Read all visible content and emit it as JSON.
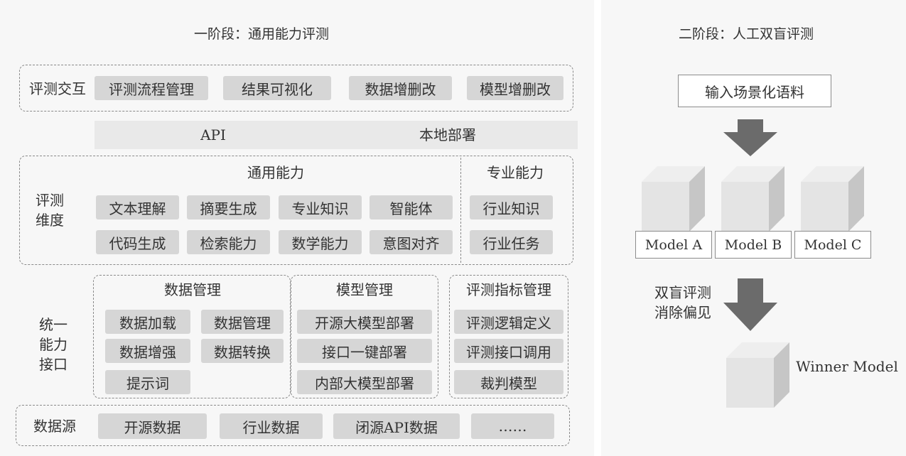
{
  "stage1": {
    "title": "一阶段：通用能力评测",
    "interaction": {
      "label": "评测交互",
      "items": [
        "评测流程管理",
        "结果可视化",
        "数据增删改",
        "模型增删改"
      ]
    },
    "access_bar": {
      "items": [
        "API",
        "本地部署"
      ]
    },
    "dimensions": {
      "label_line1": "评测",
      "label_line2": "维度",
      "general": {
        "title": "通用能力",
        "items": [
          "文本理解",
          "摘要生成",
          "专业知识",
          "智能体",
          "代码生成",
          "检索能力",
          "数学能力",
          "意图对齐"
        ]
      },
      "professional": {
        "title": "专业能力",
        "items": [
          "行业知识",
          "行业任务"
        ]
      }
    },
    "unified": {
      "label_line1": "统一",
      "label_line2": "能力",
      "label_line3": "接口",
      "data_mgmt": {
        "title": "数据管理",
        "items": [
          "数据加载",
          "数据管理",
          "数据增强",
          "数据转换",
          "提示词"
        ]
      },
      "model_mgmt": {
        "title": "模型管理",
        "items": [
          "开源大模型部署",
          "接口一键部署",
          "内部大模型部署"
        ]
      },
      "metric_mgmt": {
        "title": "评测指标管理",
        "items": [
          "评测逻辑定义",
          "评测接口调用",
          "裁判模型"
        ]
      }
    },
    "sources": {
      "label": "数据源",
      "items": [
        "开源数据",
        "行业数据",
        "闭源API数据",
        "……"
      ]
    }
  },
  "stage2": {
    "title": "二阶段：人工双盲评测",
    "input_box": "输入场景化语料",
    "models": [
      "Model A",
      "Model B",
      "Model C"
    ],
    "arrow_label_line1": "双盲评测",
    "arrow_label_line2": "消除偏见",
    "winner": "Winner Model"
  },
  "colors": {
    "panel_bg": "#f7f7f7",
    "chip_bg": "#d6d6d6",
    "dashed_border": "#8a8a8a",
    "arrow": "#6b6b6b",
    "cube_front": "#e4e4e4",
    "cube_top": "#eeeeee",
    "cube_side": "#c6c6c6"
  },
  "icons": [
    "down-arrow-icon",
    "cube-icon"
  ]
}
